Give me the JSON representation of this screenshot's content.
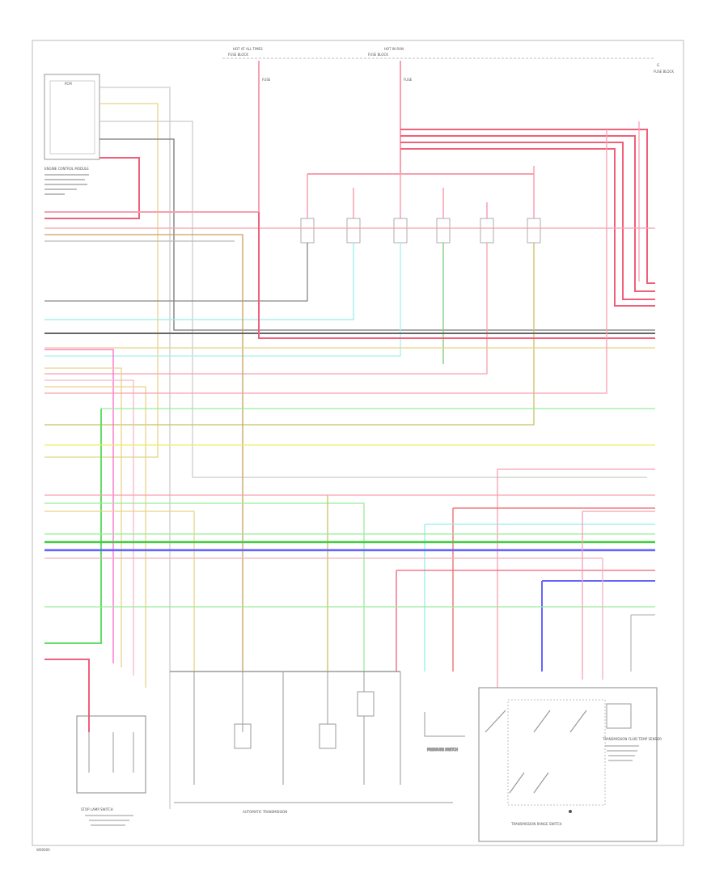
{
  "header": {
    "left_hot": "HOT AT ALL TIMES",
    "left_block": "FUSE BLOCK",
    "right_hot": "HOT IN RUN",
    "right_block": "FUSE BLOCK",
    "right_corner": "G",
    "right_corner2": "FUSE BLOCK"
  },
  "modules": {
    "ecm_box_title": "PCM",
    "ecm_caption": "ENGINE CONTROL MODULE",
    "stop_lamp_caption": "STOP LAMP SWITCH",
    "auto_trans_caption": "AUTOMATIC TRANSMISSION",
    "trans_range_caption": "TRANSMISSION RANGE SWITCH",
    "pressure_caption": "PRESSURE SWITCH",
    "temp_caption": "TRANSMISSION FLUID TEMP SENSOR"
  },
  "footer_code": "W00000"
}
